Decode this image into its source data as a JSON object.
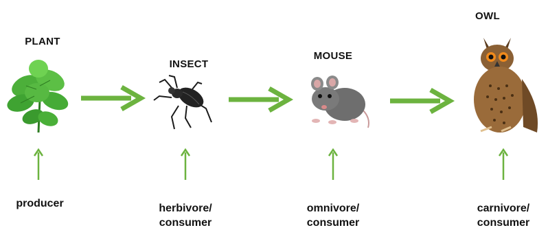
{
  "diagram": {
    "colors": {
      "arrow": "#6cb33f",
      "leaf": "#4caf3a",
      "leaf_dark": "#2e7d22"
    },
    "nodes": [
      {
        "id": "plant",
        "title": "PLANT",
        "role_line1": "producer",
        "role_line2": "",
        "icon": "plant-icon"
      },
      {
        "id": "insect",
        "title": "INSECT",
        "role_line1": "herbivore/",
        "role_line2": "consumer",
        "icon": "insect-icon"
      },
      {
        "id": "mouse",
        "title": "MOUSE",
        "role_line1": "omnivore/",
        "role_line2": "consumer",
        "icon": "mouse-icon"
      },
      {
        "id": "owl",
        "title": "OWL",
        "role_line1": "carnivore/",
        "role_line2": "consumer",
        "icon": "owl-icon"
      }
    ]
  }
}
